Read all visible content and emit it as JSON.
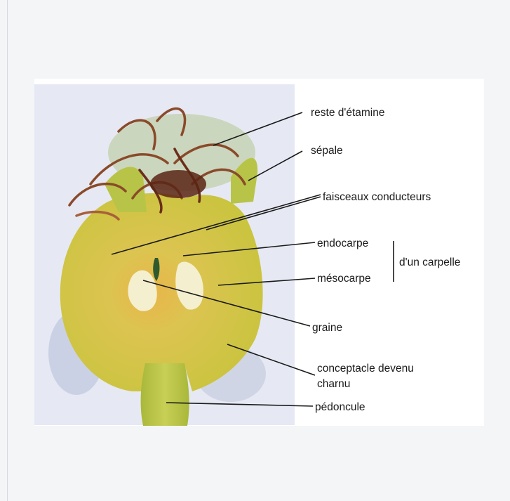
{
  "labels": {
    "stamen_remains": "reste d'étamine",
    "sepal": "sépale",
    "vascular_bundles": "faisceaux conducteurs",
    "endocarp": "endocarpe",
    "mesocarp": "mésocarpe",
    "carpel_group": "d'un carpelle",
    "seed": "graine",
    "receptacle_line1": "conceptacle devenu",
    "receptacle_line2": "charnu",
    "peduncle": "pédoncule"
  },
  "colors": {
    "flesh": "#d4cd4a",
    "flesh_light": "#e6df7a",
    "core": "#e0a83a",
    "stamen": "#8a4a2a",
    "leader_line": "#1a1a1a"
  }
}
